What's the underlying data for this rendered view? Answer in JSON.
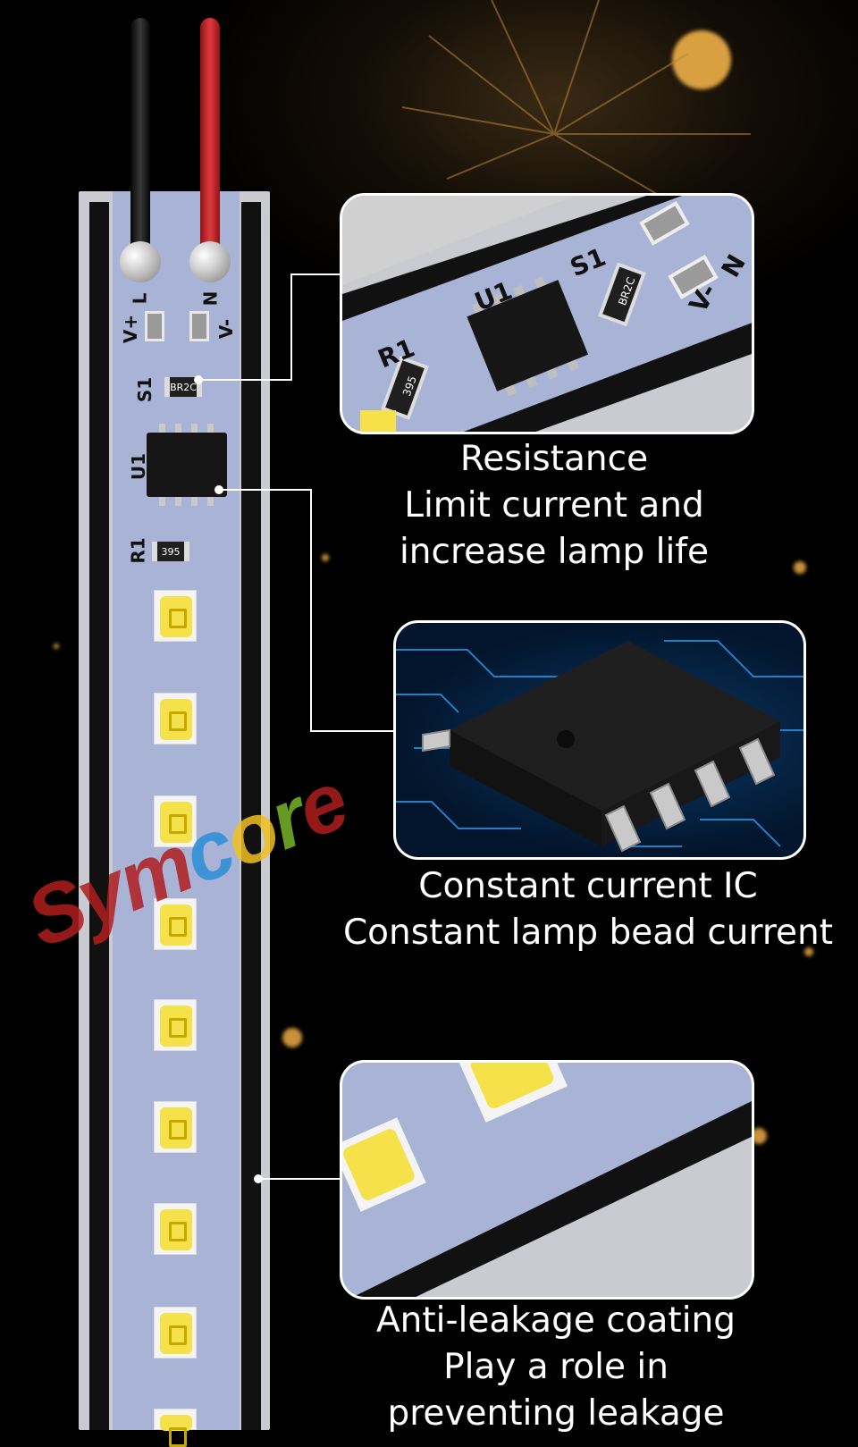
{
  "strip": {
    "terminal_labels": [
      "V+",
      "L",
      "N",
      "V-"
    ],
    "s1_label": "S1",
    "s1_code": "BR2C",
    "u1_label": "U1",
    "r1_label": "R1",
    "r1_code": "395"
  },
  "callouts": [
    {
      "title": "Resistance",
      "lines": [
        "Limit current and",
        "increase lamp life"
      ]
    },
    {
      "title": "Constant current IC",
      "lines": [
        "Constant lamp bead current"
      ]
    },
    {
      "title": "Anti-leakage coating",
      "lines": [
        "Play a role in",
        "preventing leakage"
      ]
    }
  ],
  "zoom1": {
    "labels": [
      "U1",
      "S1",
      "R1",
      "V-",
      "N"
    ],
    "s1_code": "BR2C",
    "r1_code": "395"
  },
  "watermark": {
    "letters": [
      "S",
      "y",
      "m",
      "c",
      "o",
      "r",
      "e"
    ],
    "colors": [
      "#b01e1e",
      "#b01e1e",
      "#b01e1e",
      "#2a8fd6",
      "#f0c020",
      "#7ab62a",
      "#b01e1e"
    ]
  },
  "colors": {
    "board": "#a8b3d6",
    "led": "#f5e14a",
    "wire_black": "#1a1a1a",
    "wire_red": "#c8262a"
  }
}
